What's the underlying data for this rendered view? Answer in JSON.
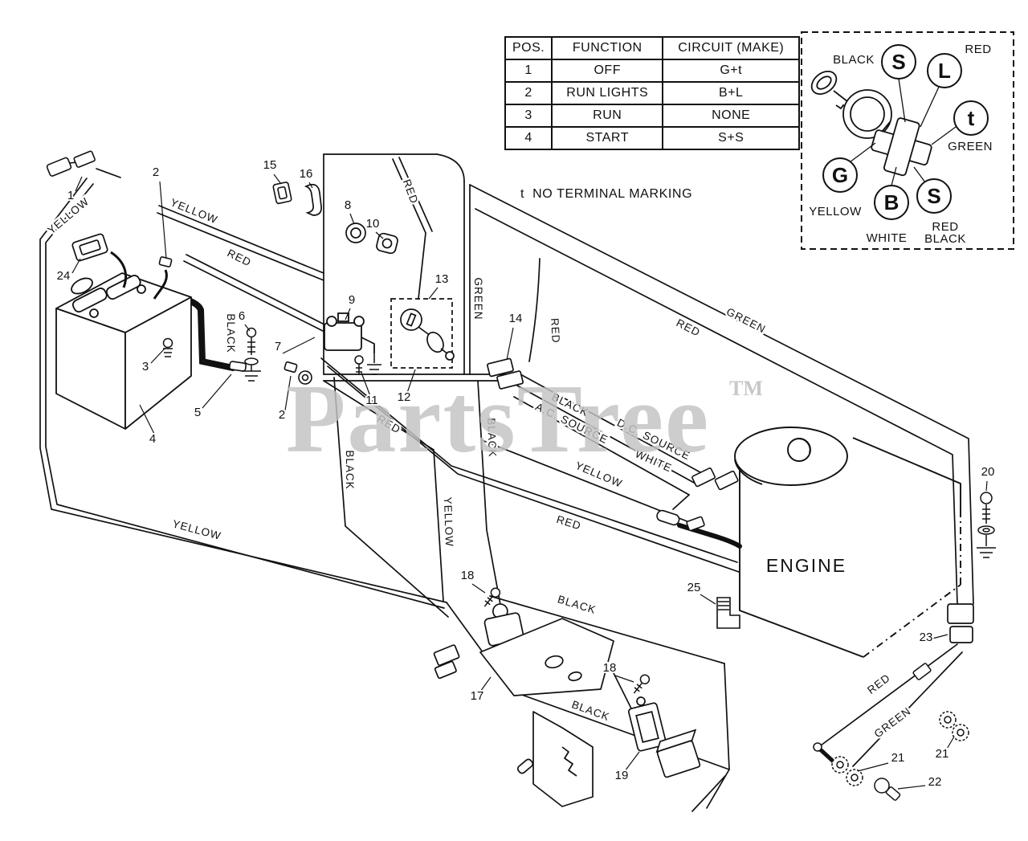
{
  "watermark": {
    "text": "PartsTree",
    "tm": "TM"
  },
  "table": {
    "headers": {
      "pos": "POS.",
      "function": "FUNCTION",
      "circuit": "CIRCUIT  (MAKE)"
    },
    "rows": [
      {
        "pos": "1",
        "function": "OFF",
        "circuit": "G+t"
      },
      {
        "pos": "2",
        "function": "RUN LIGHTS",
        "circuit": "B+L"
      },
      {
        "pos": "3",
        "function": "RUN",
        "circuit": "NONE"
      },
      {
        "pos": "4",
        "function": "START",
        "circuit": "S+S"
      }
    ],
    "footnote": "t  NO TERMINAL MARKING"
  },
  "switch_detail": {
    "terminals": {
      "s_top": "S",
      "l": "L",
      "t": "t",
      "g": "G",
      "b": "B",
      "s_bottom": "S"
    },
    "labels": {
      "black": "BLACK",
      "red": "RED",
      "green": "GREEN",
      "yellow": "YELLOW",
      "white": "WHITE",
      "red_black_1": "RED",
      "red_black_2": "BLACK"
    }
  },
  "diagram": {
    "engine_label": "ENGINE",
    "wire_labels": [
      "YELLOW",
      "YELLOW",
      "RED",
      "RED",
      "BLACK",
      "GREEN",
      "RED",
      "RED",
      "GREEN",
      "BLACK",
      "A.C. SOURCE",
      "D.C. SOURCE",
      "WHITE",
      "YELLOW",
      "RED",
      "BLACK",
      "BLACK",
      "YELLOW",
      "RED",
      "YELLOW",
      "BLACK",
      "BLACK",
      "RED",
      "GREEN"
    ],
    "callouts": [
      "1",
      "2",
      "24",
      "3",
      "4",
      "5",
      "6",
      "7",
      "2",
      "15",
      "16",
      "8",
      "10",
      "9",
      "11",
      "12",
      "13",
      "14",
      "18",
      "17",
      "18",
      "19",
      "20",
      "25",
      "23",
      "21",
      "21",
      "22"
    ]
  }
}
